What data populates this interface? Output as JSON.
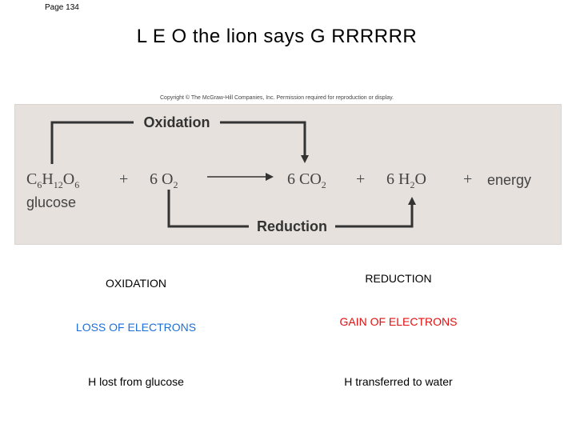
{
  "page_label": "Page 134",
  "title": "L E O the lion says G RRRRRR",
  "figure": {
    "copyright": "Copyright © The McGraw-Hill Companies, Inc. Permission required for reproduction or display.",
    "oxidation_label": "Oxidation",
    "reduction_label": "Reduction",
    "glucose_label": "glucose",
    "energy_label": "energy",
    "plus": "+",
    "c6h12o6": {
      "c": "C",
      "c_sub": "6",
      "h": "H",
      "h_sub": "12",
      "o": "O",
      "o_sub": "6"
    },
    "o2": {
      "coef": "6 O",
      "sub": "2"
    },
    "co2": {
      "coef": "6 CO",
      "sub": "2"
    },
    "h2o": {
      "coef": "6 H",
      "sub": "2",
      "tail": "O"
    },
    "colors": {
      "background": "#e6e1dc",
      "arrow": "#333333"
    }
  },
  "left_column": {
    "heading": "OXIDATION",
    "line1": "LOSS OF ELECTRONS",
    "line1_color": "#1e6fd9",
    "line2": "H lost from glucose"
  },
  "right_column": {
    "heading": "REDUCTION",
    "line1": "GAIN OF ELECTRONS",
    "line1_color": "#e01010",
    "line2": "H transferred to water"
  }
}
